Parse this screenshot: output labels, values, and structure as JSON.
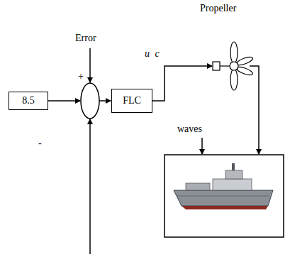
{
  "diagram": {
    "nodes": [
      {
        "text": [
          "8.5"
        ]
      },
      {
        "text": [
          "FLC"
        ]
      }
    ],
    "edges": [],
    "labels": [
      "Propeller",
      "Error",
      "+",
      "-",
      "u c",
      "waves"
    ]
  }
}
